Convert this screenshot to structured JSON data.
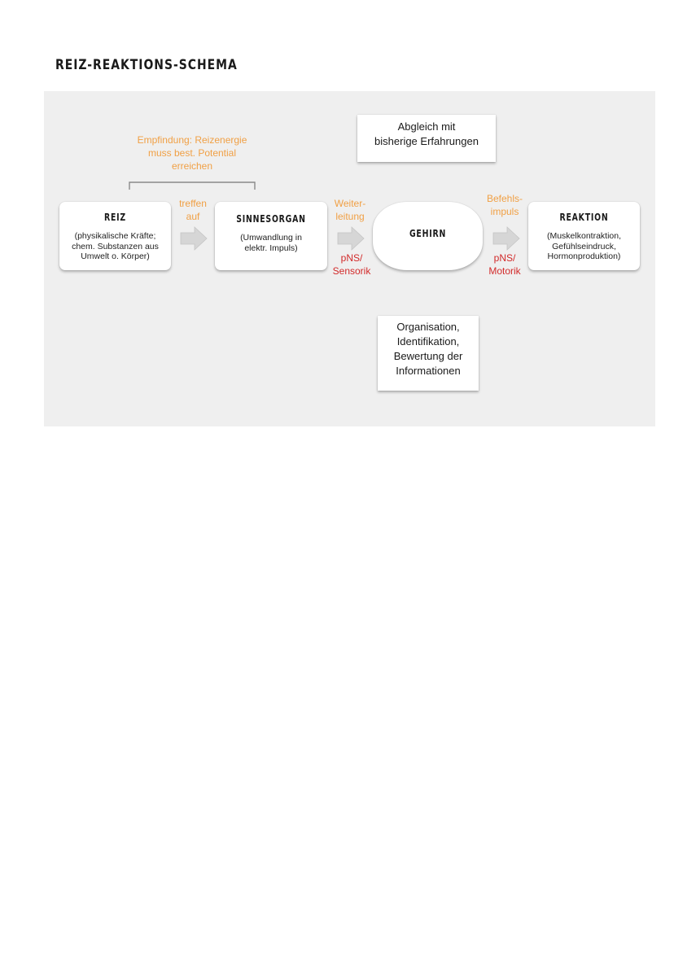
{
  "page": {
    "title": "REIZ-REAKTIONS-SCHEMA"
  },
  "colors": {
    "accent_orange": "#f0a045",
    "accent_red": "#d22a2a",
    "panel_bg": "#efefef",
    "arrow_fill": "#d6d6d6"
  },
  "diagram": {
    "sensation_note": {
      "line1": "Empfindung: Reizenergie",
      "line2": "muss best. Potential",
      "line3": "erreichen"
    },
    "comparison_note": {
      "line1": "Abgleich mit",
      "line2": "bisherige Erfahrungen"
    },
    "processing_note": {
      "line1": "Organisation,",
      "line2": "Identifikation,",
      "line3": "Bewertung der",
      "line4": "Informationen"
    },
    "stimulus": {
      "title": "REIZ",
      "desc1": "(physikalische Kräfte;",
      "desc2": "chem. Substanzen aus",
      "desc3": "Umwelt o. Körper)"
    },
    "sense_organ": {
      "title": "SINNESORGAN",
      "desc1": "(Umwandlung in",
      "desc2": "elektr. Impuls)"
    },
    "brain": {
      "title": "GEHIRN"
    },
    "reaction": {
      "title": "REAKTION",
      "desc1": "(Muskelkontraktion,",
      "desc2": "Gefühlseindruck,",
      "desc3": "Hormonproduktion)"
    },
    "edge_meet": {
      "line1": "treffen",
      "line2": "auf"
    },
    "edge_transmit": {
      "line1": "Weiter-",
      "line2": "leitung",
      "sub1": "pNS/",
      "sub2": "Sensorik"
    },
    "edge_command": {
      "line1": "Befehls-",
      "line2": "impuls",
      "sub1": "pNS/",
      "sub2": "Motorik"
    }
  }
}
